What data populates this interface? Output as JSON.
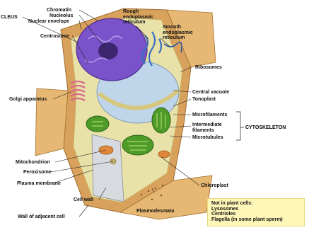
{
  "labels": {
    "nucleus": "CLEUS",
    "chromatin": "Chromatin",
    "nucleolus": "Nucleolus",
    "nuclear_envelope": "Nuclear envelope",
    "centrosome": "Centrosome",
    "golgi": "Golgi apparatus",
    "mitochondrion": "Mitochondrion",
    "peroxisome": "Peroxisome",
    "plasma_membrane": "Plasma membrane",
    "cell_wall": "Cell wall",
    "wall_adjacent": "Wall of adjacent cell",
    "rough_er": [
      "Rough",
      "endoplasmic",
      "reticulum"
    ],
    "smooth_er": [
      "Smooth",
      "endoplasmic",
      "reticulum"
    ],
    "ribosomes": "Ribosomes",
    "central_vacuole": "Central vacuole",
    "tonoplast": "Tonoplast",
    "microfilaments": "Microfilaments",
    "intermediate_filaments": [
      "Intermediate",
      "filaments"
    ],
    "microtubules": "Microtubules",
    "cytoskeleton": "CYTOSKELETON",
    "chloroplast": "Chloroplast",
    "plasmodesmata": "Plasmodesmata"
  },
  "note": {
    "title": "Not in plant cells:",
    "items": [
      "Lysosomes",
      "Centrioles",
      "Flagella (in some plant sperm)"
    ]
  },
  "colors": {
    "cell_wall": "#d9a25c",
    "cytoplasm": "#e8e2a8",
    "nucleus": "#7a52c9",
    "vacuole": "#bfd5ea",
    "chloroplast": "#4e9b2a",
    "note_bg": "#fff7b8",
    "leader": "#222222"
  }
}
